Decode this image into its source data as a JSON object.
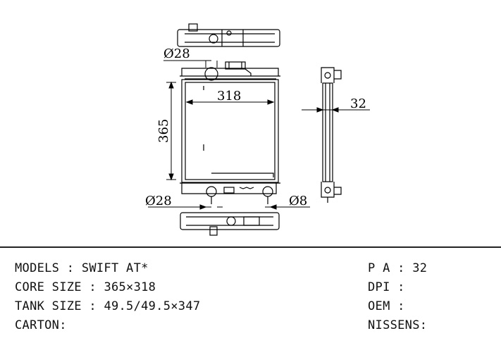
{
  "drawing": {
    "dim_inlet": "Ø28",
    "dim_width": "318",
    "dim_height": "365",
    "dim_outlet": "Ø28",
    "dim_drain": "Ø8",
    "dim_thickness": "32"
  },
  "specs_left": [
    {
      "label": "MODELS",
      "sep": " : ",
      "value": "SWIFT AT*"
    },
    {
      "label": "CORE SIZE",
      "sep": " : ",
      "value": "365×318"
    },
    {
      "label": "TANK SIZE",
      "sep": " : ",
      "value": "49.5/49.5×347"
    },
    {
      "label": "CARTON:",
      "sep": "",
      "value": ""
    }
  ],
  "specs_right": [
    {
      "label": "P A",
      "sep": " : ",
      "value": "32"
    },
    {
      "label": "DPI",
      "sep": " : ",
      "value": ""
    },
    {
      "label": "OEM",
      "sep": " : ",
      "value": ""
    },
    {
      "label": "NISSENS:",
      "sep": "",
      "value": ""
    }
  ]
}
